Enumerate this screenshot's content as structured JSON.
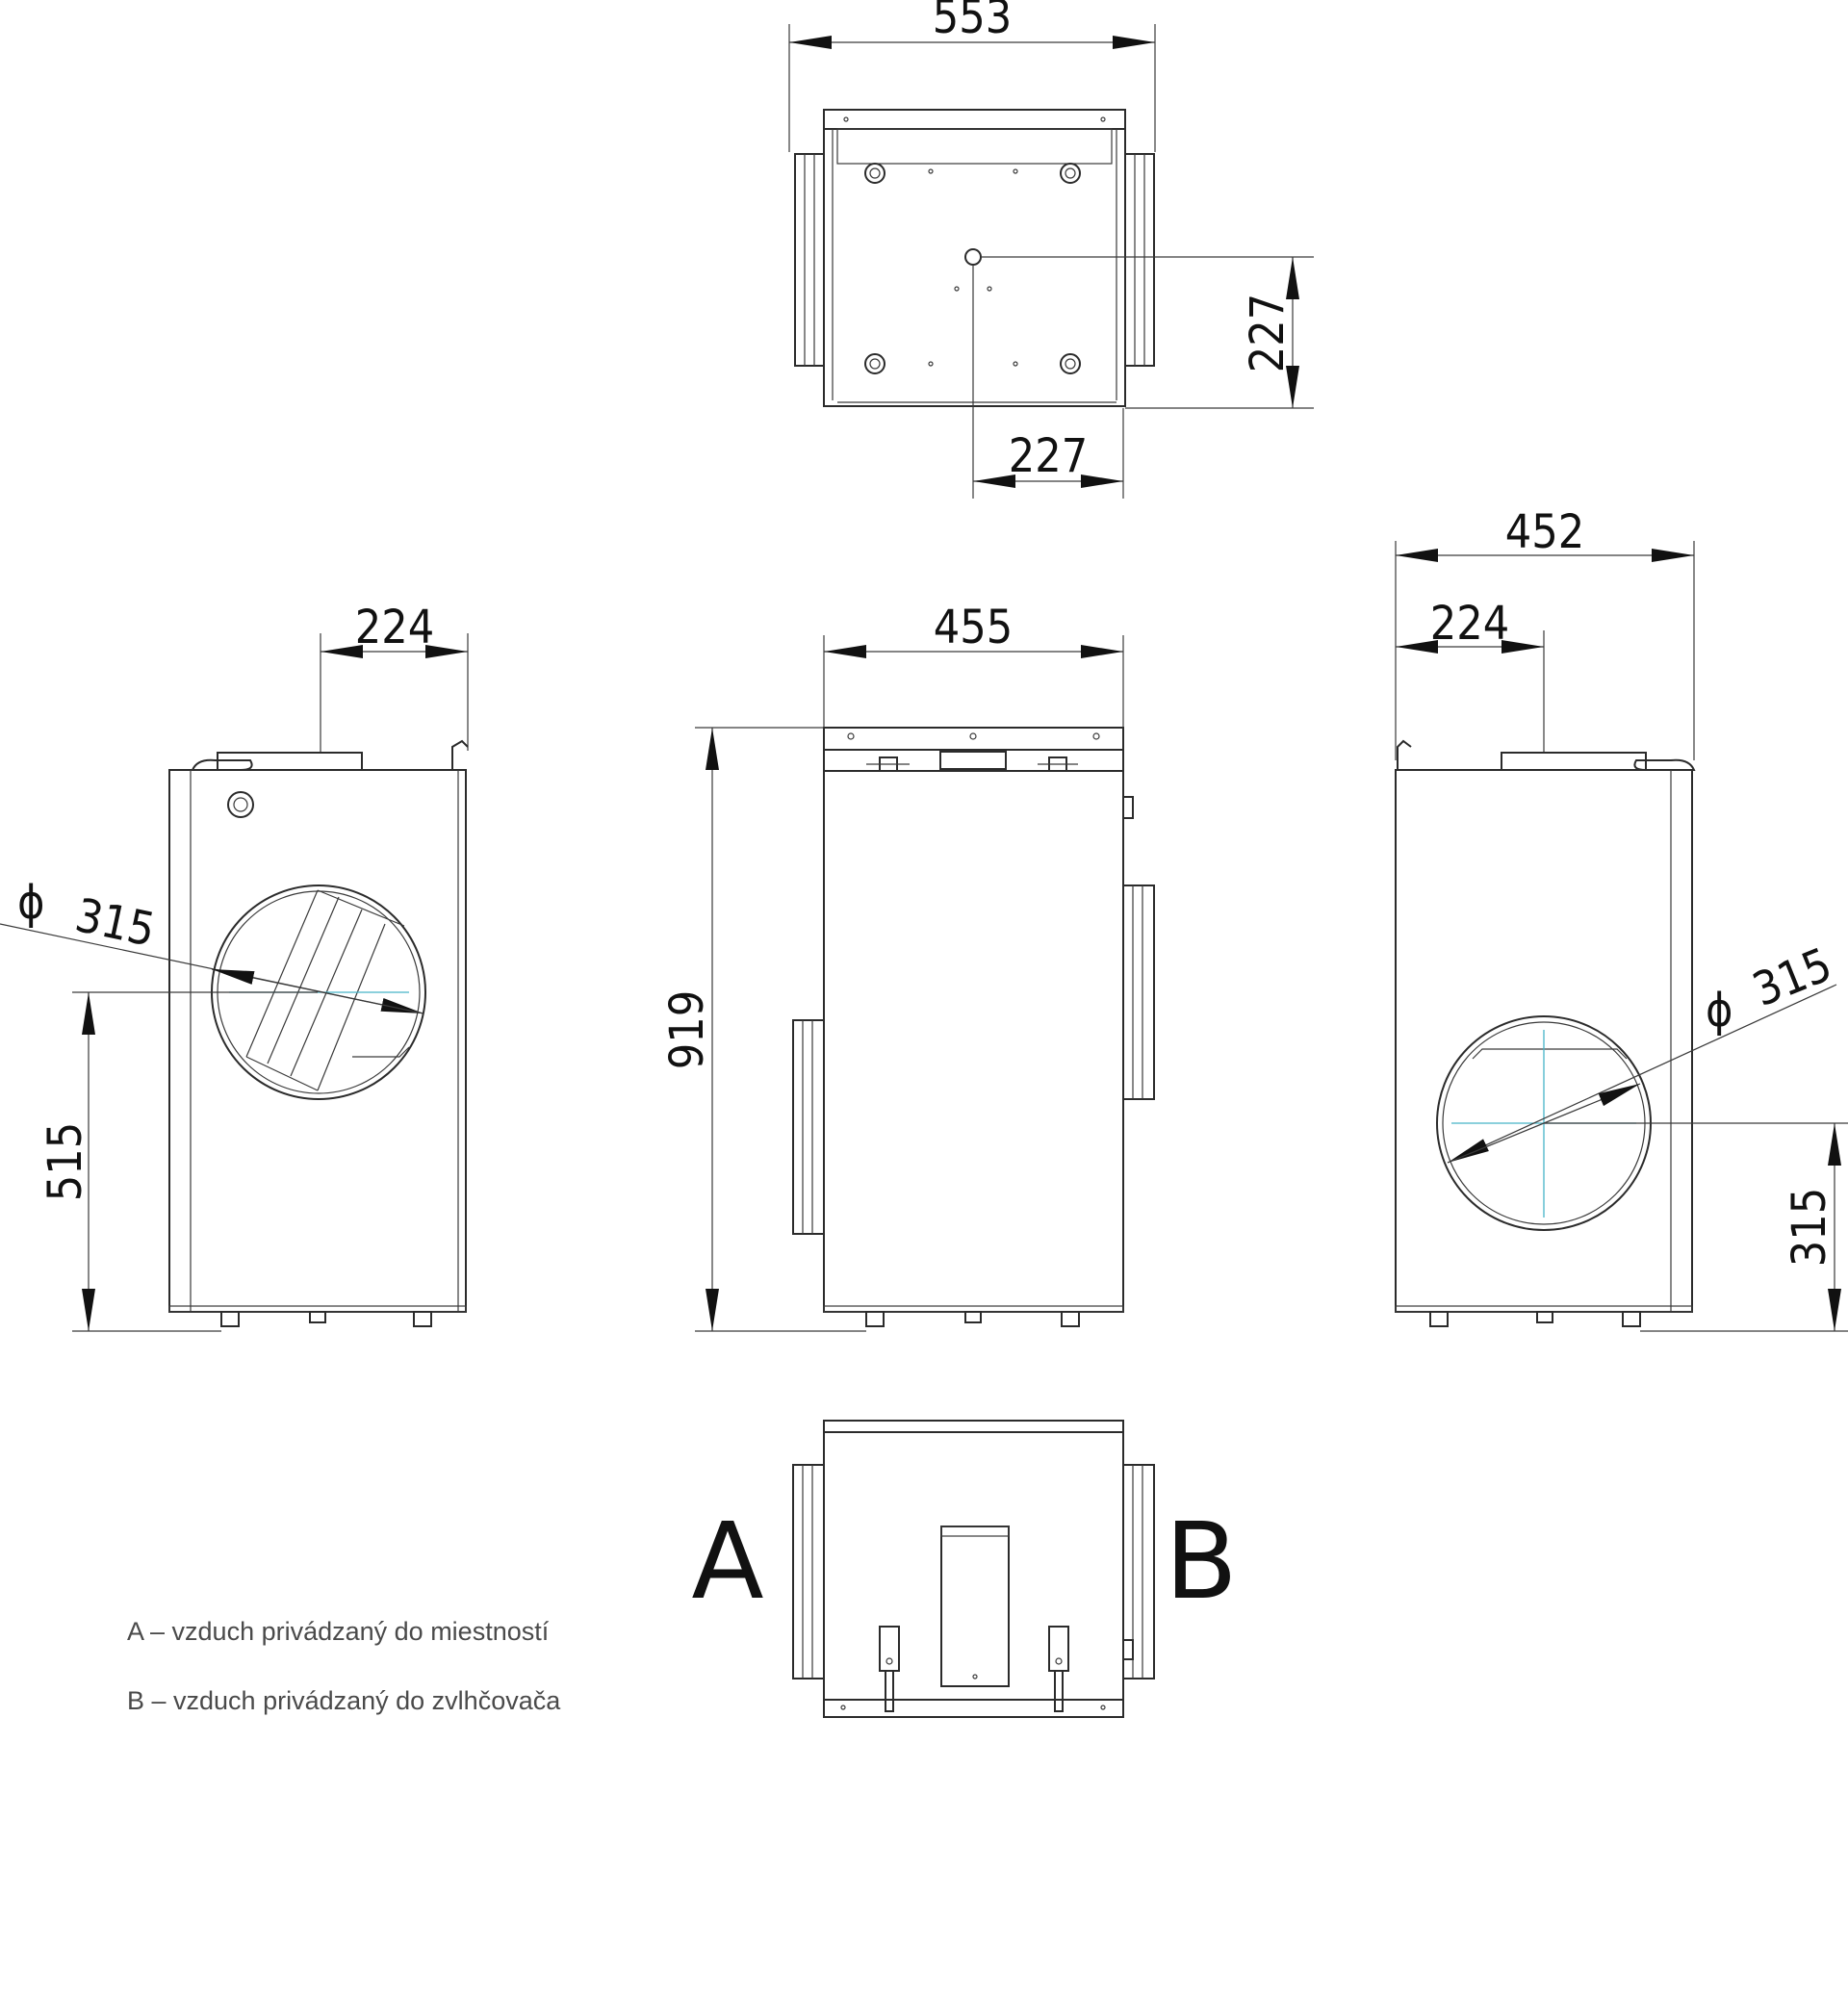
{
  "dimensions": {
    "top_width": "553",
    "top_offset_vertical": "227",
    "top_offset_horizontal": "227",
    "left_offset": "224",
    "left_diameter_symbol": "ϕ",
    "left_diameter": "315",
    "left_height": "515",
    "front_width": "455",
    "front_height": "919",
    "right_width": "452",
    "right_offset": "224",
    "right_diameter_symbol": "ϕ",
    "right_diameter": "315",
    "right_height": "315"
  },
  "ports": {
    "a": "A",
    "b": "B"
  },
  "legend": {
    "a": "A – vzduch privádzaný do miestností",
    "b": "B – vzduch privádzaný do zvlhčovača"
  }
}
